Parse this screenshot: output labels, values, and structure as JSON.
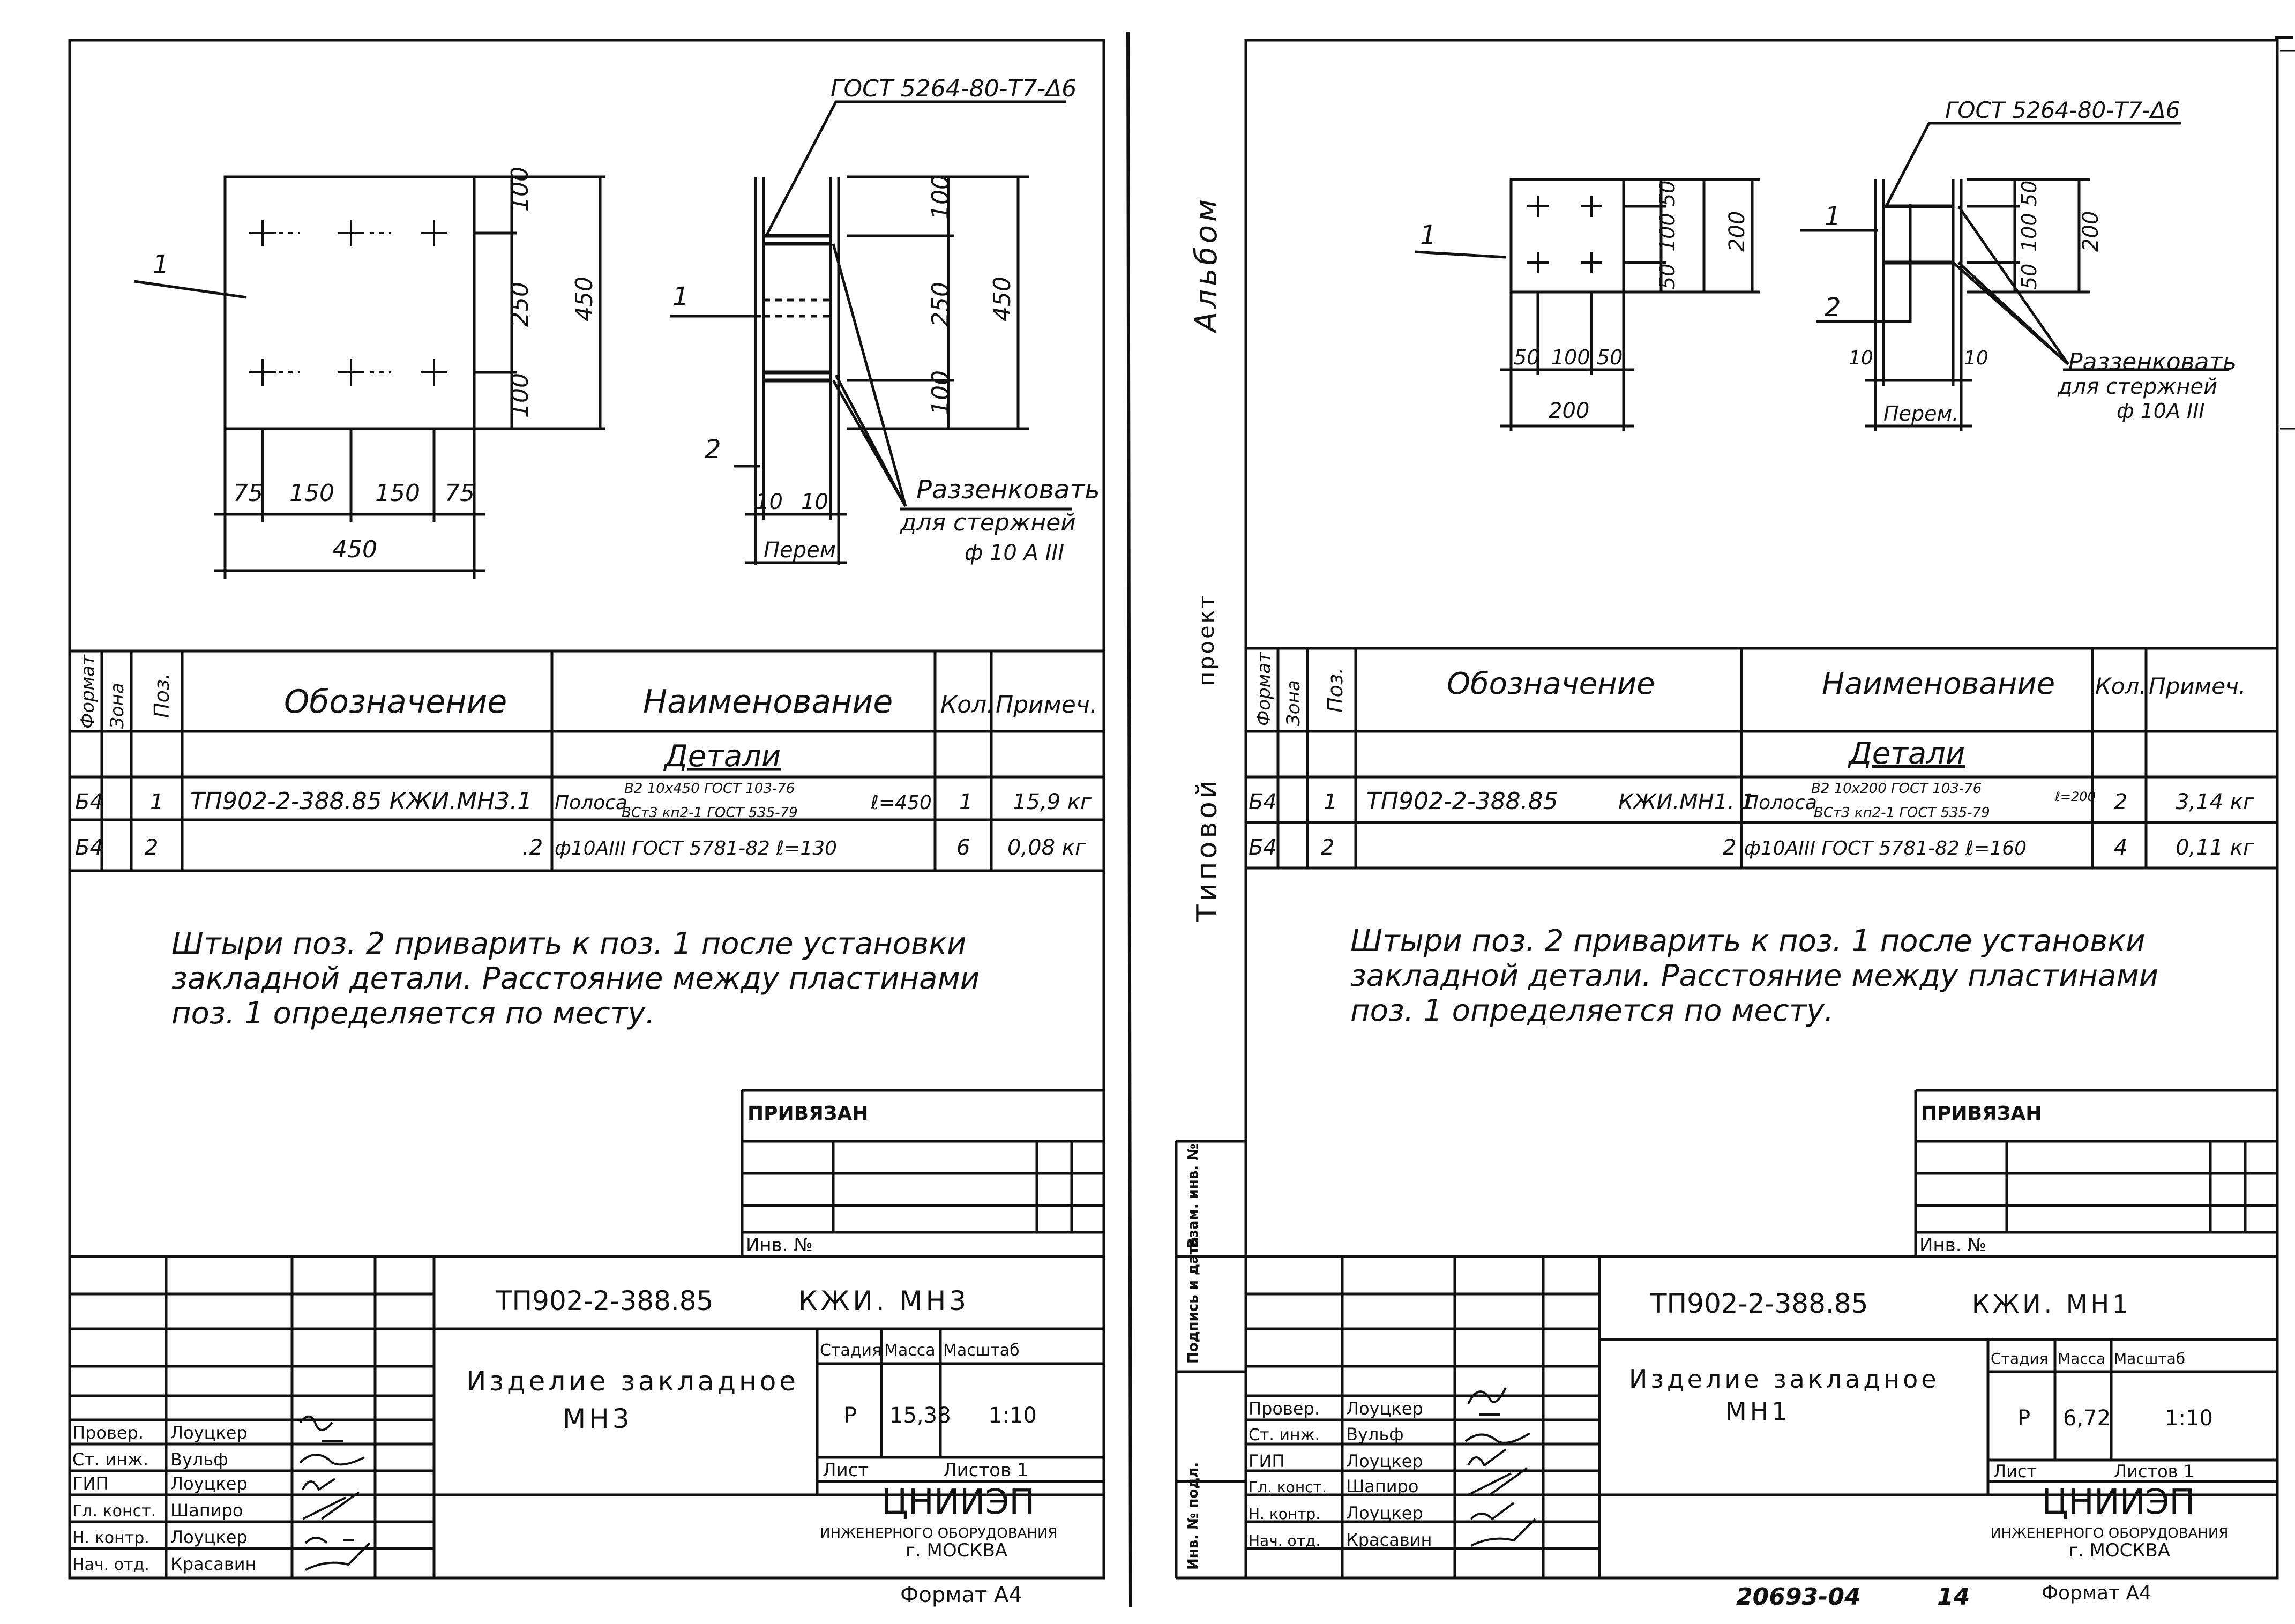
{
  "left": {
    "gost_weld": "ГОСТ 5264-80-Т7-Δ6",
    "plate_dims_v": [
      "100",
      "250",
      "100"
    ],
    "plate_dims_v_total": "450",
    "plate_dims_h": [
      "75",
      "150",
      "150",
      "75"
    ],
    "plate_dims_h_total": "450",
    "side_dims_v": [
      "100",
      "250",
      "100"
    ],
    "side_dims_v_total": "450",
    "side_dims_h": [
      "10",
      "10"
    ],
    "per_label": "Перем.",
    "countersink_1": "Раззенковать",
    "countersink_2": "для стержней",
    "countersink_3": "ф 10 А ІІІ",
    "pos1": "1",
    "pos1b": "1",
    "pos2": "2",
    "table": {
      "h_format": "Формат",
      "h_zone": "Зона",
      "h_pos": "Поз.",
      "h_designation": "Обозначение",
      "h_name": "Наименование",
      "h_qty": "Кол.",
      "h_note": "Примеч.",
      "section": "Детали",
      "rows": [
        {
          "format": "Б4",
          "pos": "1",
          "designation": "ТП902-2-388.85 КЖИ.МН3.1",
          "name_prefix": "Полоса",
          "name_top": "В2 10х450 ГОСТ 103-76",
          "name_bottom": "ВСт3 кп2-1 ГОСТ 535-79",
          "name_len": "ℓ=450",
          "qty": "1",
          "note": "15,9 кг"
        },
        {
          "format": "Б4",
          "pos": "2",
          "designation": ".2",
          "name": "ф10АІІІ ГОСТ 5781-82  ℓ=130",
          "qty": "6",
          "note": "0,08 кг"
        }
      ]
    },
    "note_lines": [
      "Штыри поз. 2 приварить к поз. 1 после установки",
      "закладной детали. Расстояние между пластинами",
      "поз. 1 определяется по месту."
    ],
    "privyazan": "ПРИВЯЗАН",
    "inv": "Инв. №",
    "code": "ТП902-2-388.85",
    "code_suffix": "КЖИ. МН3",
    "title1": "Изделие закладное",
    "title2": "МН3",
    "stadiya": "Стадия",
    "massa": "Масса",
    "masshtab": "Масштаб",
    "stadiya_v": "Р",
    "massa_v": "15,38",
    "masshtab_v": "1:10",
    "list": "Лист",
    "listov": "Листов 1",
    "org1": "ЦНИИЭП",
    "org2": "ИНЖЕНЕРНОГО ОБОРУДОВАНИЯ",
    "org3": "г. МОСКВА",
    "signers": [
      {
        "role": "Провер.",
        "name": "Лоуцкер"
      },
      {
        "role": "Ст. инж.",
        "name": "Вульф"
      },
      {
        "role": "ГИП",
        "name": "Лоуцкер"
      },
      {
        "role": "Гл. конст.",
        "name": "Шапиро"
      },
      {
        "role": "Н. контр.",
        "name": "Лоуцкер"
      },
      {
        "role": "Нач. отд.",
        "name": "Красавин"
      }
    ],
    "format": "Формат А4"
  },
  "right": {
    "gost_weld": "ГОСТ 5264-80-Т7-Δ6",
    "plate_dims_v": [
      "50",
      "100",
      "50"
    ],
    "plate_dims_v_total": "200",
    "plate_dims_h": [
      "50",
      "100",
      "50"
    ],
    "plate_dims_h_total": "200",
    "side_dims_v": [
      "50",
      "100",
      "50"
    ],
    "side_dims_v_total": "200",
    "side_dims_h": [
      "10",
      "10"
    ],
    "per_label": "Перем.",
    "countersink_1": "Раззенковать",
    "countersink_2": "для стержней",
    "countersink_3": "ф 10А ІІІ",
    "pos1": "1",
    "pos1b": "1",
    "pos2": "2",
    "table": {
      "h_format": "Формат",
      "h_zone": "Зона",
      "h_pos": "Поз.",
      "h_designation": "Обозначение",
      "h_name": "Наименование",
      "h_qty": "Кол.",
      "h_note": "Примеч.",
      "section": "Детали",
      "rows": [
        {
          "format": "Б4",
          "pos": "1",
          "designation": "ТП902-2-388.85",
          "designation2": "КЖИ.МН1. 1",
          "name_prefix": "Полоса",
          "name_top": "В2 10х200 ГОСТ 103-76",
          "name_bottom": "ВСт3 кп2-1 ГОСТ 535-79",
          "name_len": "ℓ=200",
          "qty": "2",
          "note": "3,14 кг"
        },
        {
          "format": "Б4",
          "pos": "2",
          "designation2": "2",
          "name": "ф10АІІІ ГОСТ 5781-82  ℓ=160",
          "qty": "4",
          "note": "0,11 кг"
        }
      ]
    },
    "note_lines": [
      "Штыри поз. 2 приварить к поз. 1 после установки",
      "закладной детали. Расстояние между пластинами",
      "поз. 1 определяется по месту."
    ],
    "privyazan": "ПРИВЯЗАН",
    "inv": "Инв. №",
    "code": "ТП902-2-388.85",
    "code_suffix": "КЖИ. МН1",
    "title1": "Изделие закладное",
    "title2": "МН1",
    "stadiya": "Стадия",
    "massa": "Масса",
    "masshtab": "Масштаб",
    "stadiya_v": "Р",
    "massa_v": "6,72",
    "masshtab_v": "1:10",
    "list": "Лист",
    "listov": "Листов 1",
    "org1": "ЦНИИЭП",
    "org2": "ИНЖЕНЕРНОГО ОБОРУДОВАНИЯ",
    "org3": "г. МОСКВА",
    "signers": [
      {
        "role": "Провер.",
        "name": "Лоуцкер"
      },
      {
        "role": "Ст. инж.",
        "name": "Вульф"
      },
      {
        "role": "ГИП",
        "name": "Лоуцкер"
      },
      {
        "role": "Гл. конст.",
        "name": "Шапиро"
      },
      {
        "role": "Н. контр.",
        "name": "Лоуцкер"
      },
      {
        "role": "Нач. отд.",
        "name": "Красавин"
      }
    ],
    "stamps": [
      "Инв. № подл.",
      "Подпись и дата",
      "Взам. инв. №"
    ],
    "sheet_id": "20693-04",
    "sheet_no": "14",
    "format": "Формат А4"
  },
  "spine": {
    "album": "Альбом",
    "project": "проект",
    "typical": "Типовой"
  }
}
